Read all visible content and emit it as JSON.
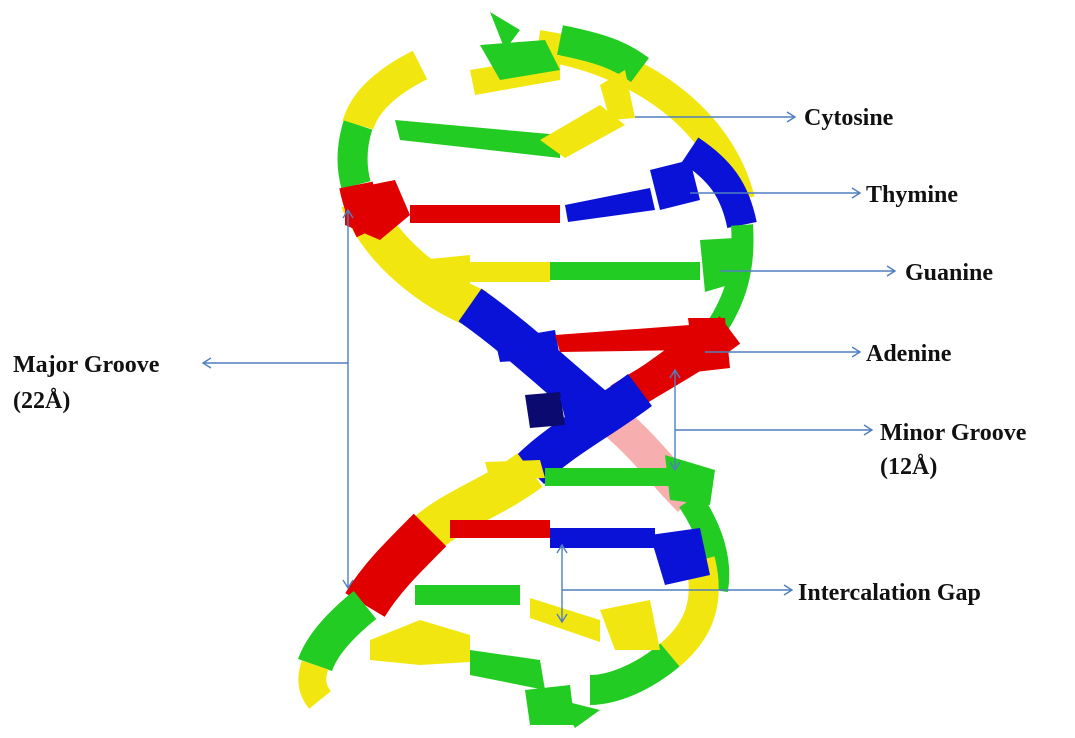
{
  "labels": {
    "cytosine": "Cytosine",
    "thymine": "Thymine",
    "guanine": "Guanine",
    "adenine": "Adenine",
    "minor_groove_1": "Minor Groove",
    "minor_groove_2": "(12Å)",
    "major_groove_1": "Major Groove",
    "major_groove_2": "(22Å)",
    "intercalation_gap": "Intercalation Gap"
  },
  "colors": {
    "adenine": "#e00000",
    "thymine": "#0a12d8",
    "guanine": "#22cc22",
    "cytosine": "#f2e610",
    "arrow": "#4f7fbf"
  }
}
